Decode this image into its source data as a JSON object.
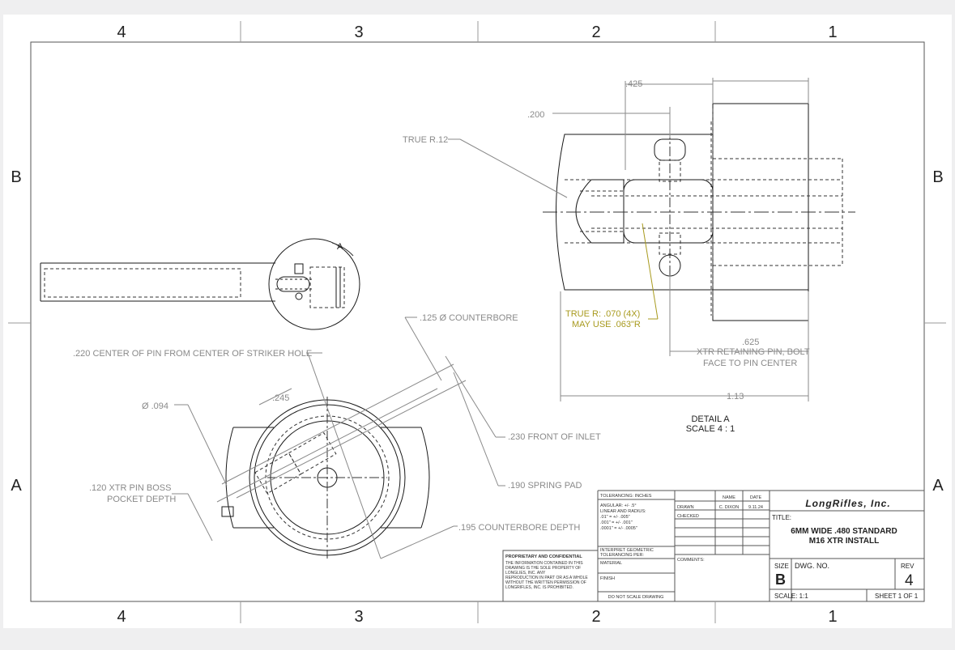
{
  "zones": {
    "cols": [
      "4",
      "3",
      "2",
      "1"
    ],
    "rows": [
      "B",
      "A"
    ]
  },
  "annotations": {
    "dim_425": ".425",
    "dim_200": ".200",
    "true_r12": "TRUE R.12",
    "true_r_070": "TRUE R:  .070  (4X)",
    "may_use": "MAY USE .063\"R",
    "dim_625": ".625",
    "xtr_pin_1": "XTR RETAINING PIN, BOLT",
    "xtr_pin_2": "FACE TO PIN CENTER",
    "dim_113": "1.13",
    "detail_title": "DETAIL A",
    "detail_scale": "SCALE 4 : 1",
    "counterbore_125": ".125 Ø  COUNTERBORE",
    "center_pin": ".220 CENTER OF PIN FROM CENTER OF STRIKER HOLE",
    "dia_094": "Ø .094",
    "dim_245": ".245",
    "front_inlet": ".230 FRONT OF INLET",
    "spring_pad": ".190 SPRING PAD",
    "pin_boss_1": ".120 XTR PIN BOSS",
    "pin_boss_2": "POCKET DEPTH",
    "cb_depth": ".195 COUNTERBORE DEPTH",
    "detail_callout": "A"
  },
  "title_block": {
    "tolerancing": "TOLERANCING:  INCHES",
    "angular": "ANGULAR: +/- .5°",
    "linear": "LINEAR AND RADIUS:",
    "tol1": ".01\" = +/- .005\"",
    "tol2": ".001\" = +/- .001\"",
    "tol3": ".0001\" = +/- .0005\"",
    "interpret1": "INTERPRET GEOMETRIC",
    "interpret2": "TOLERANCING PER:",
    "material": "MATERIAL",
    "finish": "FINISH",
    "do_not_scale": "DO NOT SCALE DRAWING",
    "proprietary": "PROPRIETARY AND CONFIDENTIAL",
    "prop1": "THE INFORMATION CONTAINED IN THIS",
    "prop2": "DRAWING IS THE SOLE PROPERTY OF",
    "prop3": "LONGLIES, INC.  ANY",
    "prop4": "REPRODUCTION IN PART OR AS A WHOLE",
    "prop5": "WITHOUT THE WRITTEN PERMISSION OF",
    "prop6": "LONGRIFLES, INC.  IS PROHIBITED.",
    "name_hdr": "NAME",
    "date_hdr": "DATE",
    "drawn": "DRAWN",
    "drawn_name": "C. DIXON",
    "drawn_date": "9.11.24",
    "checked": "CHECKED",
    "comments": "COMMENTS:",
    "company": "LongRifles, Inc.",
    "title_label": "TITLE:",
    "title1": "6MM WIDE .480 STANDARD",
    "title2": "M16 XTR INSTALL",
    "size_label": "SIZE",
    "size": "B",
    "dwg_no": "DWG.  NO.",
    "rev_label": "REV",
    "rev": "4",
    "scale": "SCALE: 1:1",
    "sheet": "SHEET 1 OF 1"
  },
  "colors": {
    "annotation": "#8a8a8a",
    "highlight": "#a89a1e",
    "line": "#1a1a1a"
  }
}
